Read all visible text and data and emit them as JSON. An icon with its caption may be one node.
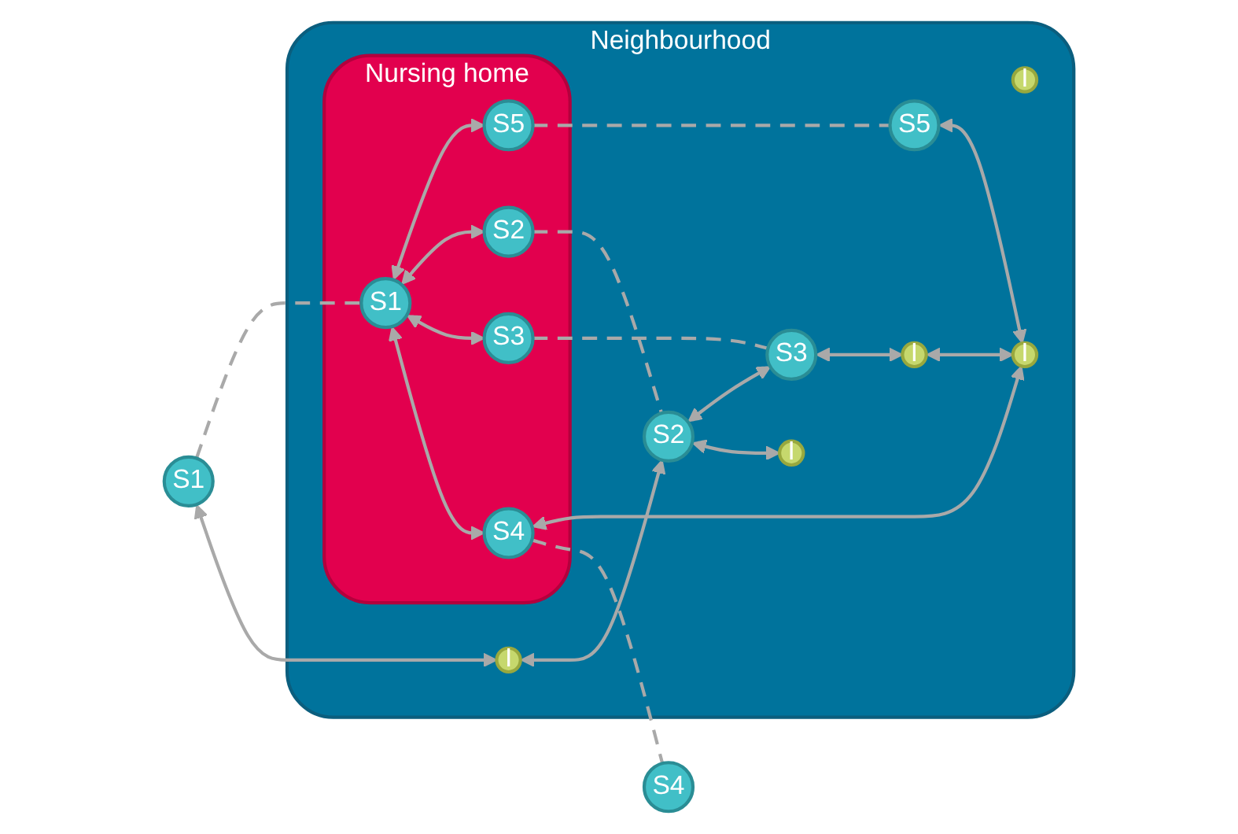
{
  "diagram": {
    "nodes": [
      {
        "text": [
          "Neighbourhood"
        ]
      },
      {
        "text": [
          "S1"
        ]
      },
      {
        "text": [
          "Nursing home"
        ],
        "in": 0
      },
      {
        "text": [
          "S5"
        ],
        "in": 0
      },
      {
        "text": [
          "S5"
        ],
        "in": 2
      },
      {
        "text": [
          "S1"
        ],
        "in": 2
      },
      {
        "text": [
          "I"
        ],
        "in": 0
      },
      {
        "text": [
          "S4"
        ],
        "in": 2
      },
      {
        "text": [
          "I"
        ],
        "in": 0
      },
      {
        "text": [
          "S2"
        ],
        "in": 2
      },
      {
        "text": [
          "S3"
        ],
        "in": 2
      },
      {
        "text": [
          "S2"
        ],
        "in": 0
      },
      {
        "text": [
          "I"
        ],
        "in": 0
      },
      {
        "text": [
          "S3"
        ],
        "in": 0
      },
      {
        "text": [
          "I"
        ],
        "in": 0
      },
      {
        "text": [
          "I"
        ],
        "in": 0
      },
      {
        "text": [
          "S4"
        ]
      }
    ],
    "edges": [
      {
        "from": 1,
        "to": 5,
        "arrow": "none",
        "style": "dashed"
      },
      {
        "from": 1,
        "to": 6,
        "arrow": "both"
      },
      {
        "from": 5,
        "to": 4,
        "arrow": "both"
      },
      {
        "from": 5,
        "to": 9,
        "arrow": "both"
      },
      {
        "from": 5,
        "to": 10,
        "arrow": "both"
      },
      {
        "from": 5,
        "to": 7,
        "arrow": "both"
      },
      {
        "from": 4,
        "to": 3,
        "arrow": "none",
        "style": "dashed"
      },
      {
        "from": 3,
        "to": 12,
        "arrow": "both"
      },
      {
        "from": 7,
        "to": 12,
        "arrow": "both"
      },
      {
        "from": 7,
        "to": 16,
        "arrow": "none",
        "style": "dashed"
      },
      {
        "from": 6,
        "to": 11,
        "arrow": "both"
      },
      {
        "from": 9,
        "to": 11,
        "arrow": "none",
        "style": "dashed"
      },
      {
        "from": 10,
        "to": 13,
        "arrow": "none",
        "style": "dashed"
      },
      {
        "from": 11,
        "to": 13,
        "arrow": "both"
      },
      {
        "from": 11,
        "to": 15,
        "arrow": "both"
      },
      {
        "from": 13,
        "to": 14,
        "arrow": "both"
      },
      {
        "from": 14,
        "to": 12,
        "arrow": "both"
      }
    ]
  }
}
